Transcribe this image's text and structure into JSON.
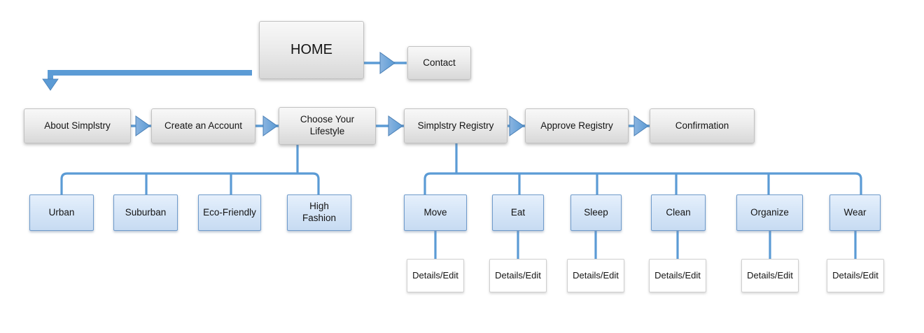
{
  "diagram": {
    "home_label": "HOME",
    "contact_label": "Contact",
    "main_flow": [
      "About Simplstry",
      "Create an Account",
      "Choose Your Lifestyle",
      "Simplstry Registry",
      "Approve Registry",
      "Confirmation"
    ],
    "lifestyle_options": [
      "Urban",
      "Suburban",
      "Eco-Friendly",
      "High Fashion"
    ],
    "registry_categories": [
      "Move",
      "Eat",
      "Sleep",
      "Clean",
      "Organize",
      "Wear"
    ],
    "details_label": "Details/Edit",
    "colors": {
      "connector_blue": "#5b9bd5",
      "arrow_border_blue": "#4a7fb5",
      "gray_node_border": "#c2c2c2",
      "blue_node_border": "#6f9bcb",
      "blue_node_fill": "#d8e7f8",
      "white_node_border": "#cfcfcf"
    }
  }
}
